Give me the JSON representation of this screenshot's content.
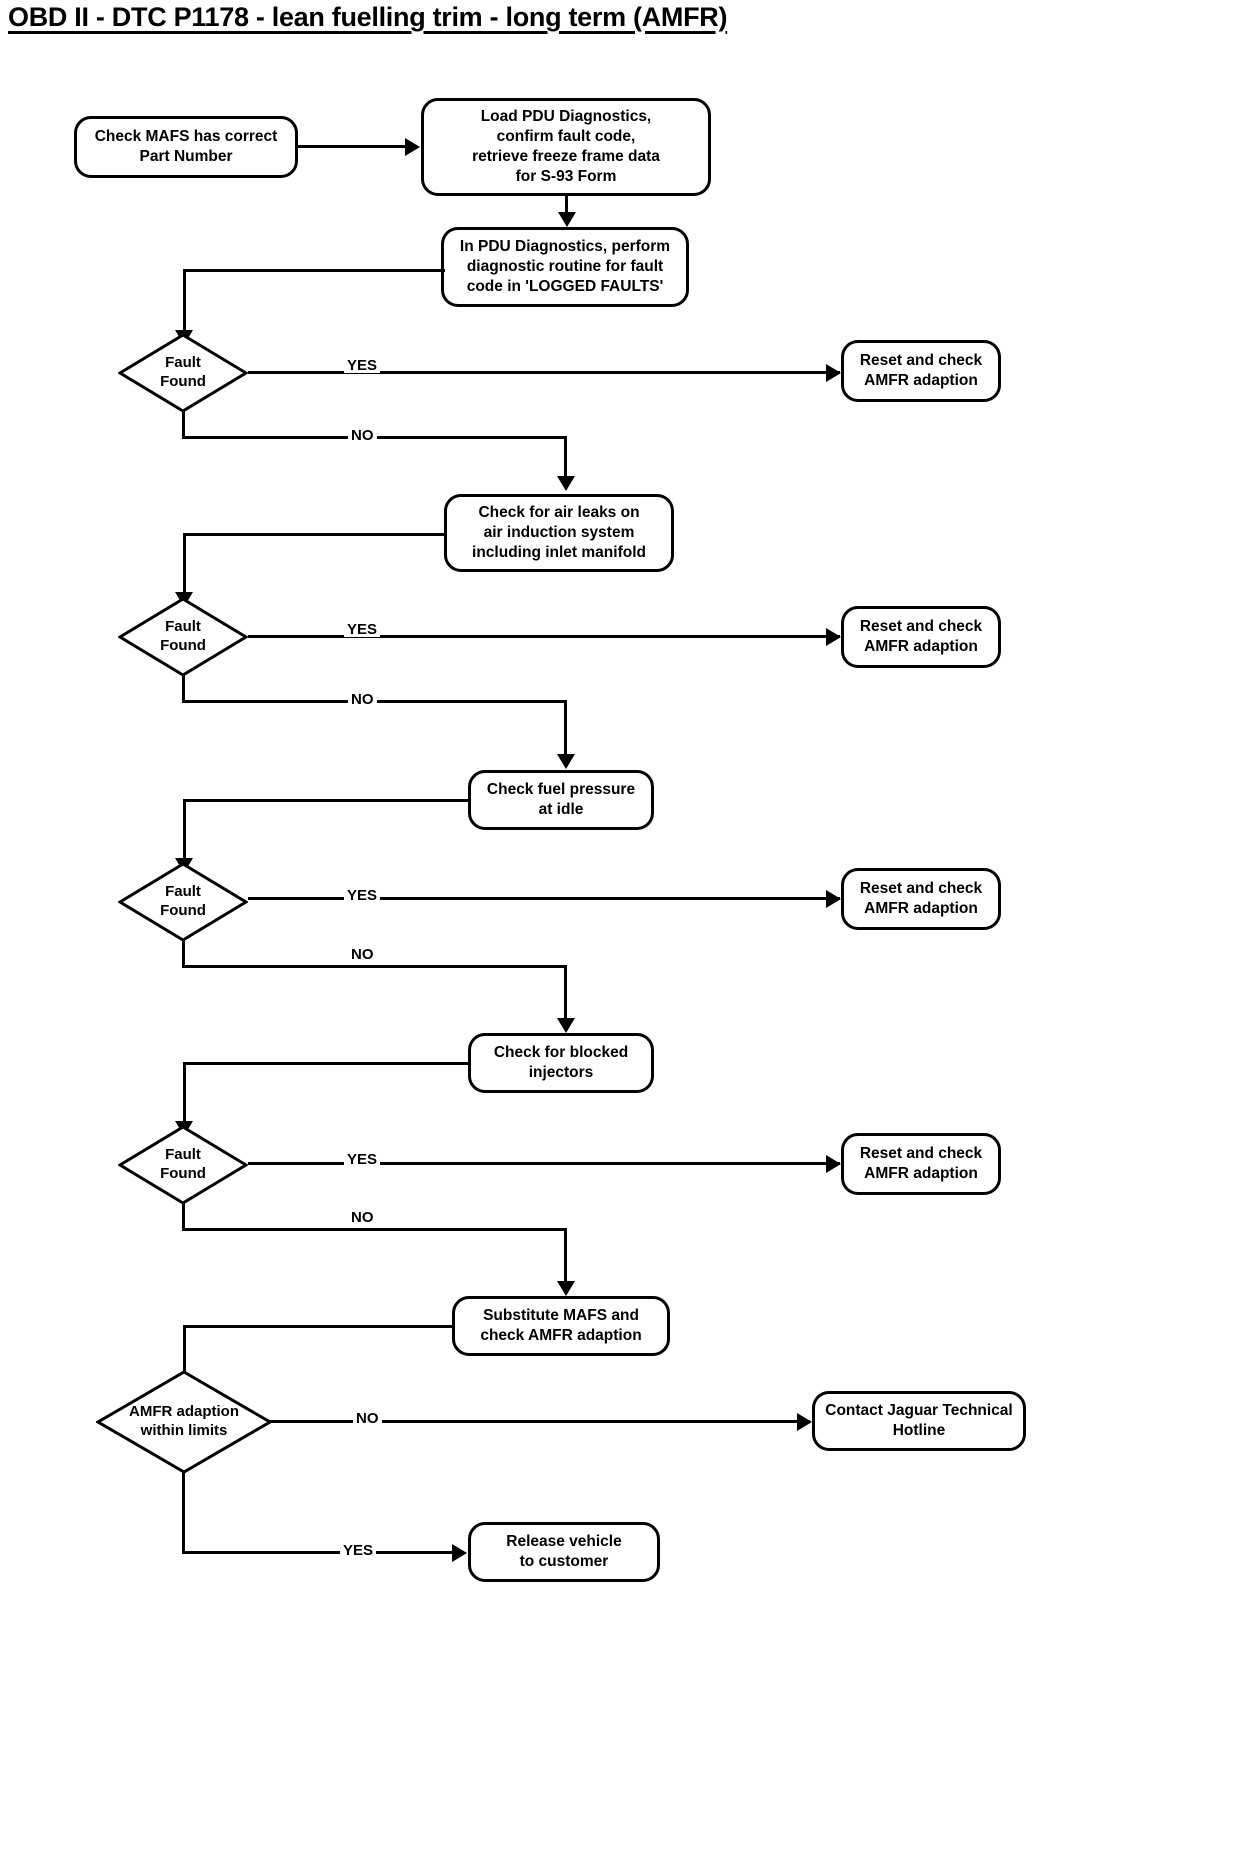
{
  "title": "OBD II - DTC P1178 - lean fuelling trim - long term (AMFR)",
  "nodes": {
    "check_mafs": "Check MAFS has correct\nPart Number",
    "load_pdu": "Load PDU Diagnostics,\nconfirm fault code,\nretrieve freeze frame data\nfor S-93 Form",
    "in_pdu": "In PDU Diagnostics, perform\ndiagnostic routine for fault\ncode in 'LOGGED FAULTS'",
    "fault_found_1": "Fault\nFound",
    "reset_check_1": "Reset and check\nAMFR adaption",
    "check_air_leaks": "Check for air leaks on\nair induction system\nincluding inlet manifold",
    "fault_found_2": "Fault\nFound",
    "reset_check_2": "Reset and check\nAMFR adaption",
    "check_fuel_pressure": "Check fuel pressure\nat idle",
    "fault_found_3": "Fault\nFound",
    "reset_check_3": "Reset and check\nAMFR adaption",
    "check_blocked_injectors": "Check for blocked\ninjectors",
    "fault_found_4": "Fault\nFound",
    "reset_check_4": "Reset and check\nAMFR adaption",
    "substitute_mafs": "Substitute MAFS and\ncheck AMFR adaption",
    "amfr_within_limits": "AMFR adaption\nwithin limits",
    "contact_hotline": "Contact Jaguar Technical\nHotline",
    "release_vehicle": "Release vehicle\nto customer"
  },
  "edges": {
    "yes_1": "YES",
    "no_1": "NO",
    "yes_2": "YES",
    "no_2": "NO",
    "yes_3": "YES",
    "no_3": "NO",
    "yes_4": "YES",
    "no_4": "NO",
    "no_5": "NO",
    "yes_5": "YES"
  },
  "colors": {
    "ink": "#000000",
    "paper": "#ffffff"
  }
}
